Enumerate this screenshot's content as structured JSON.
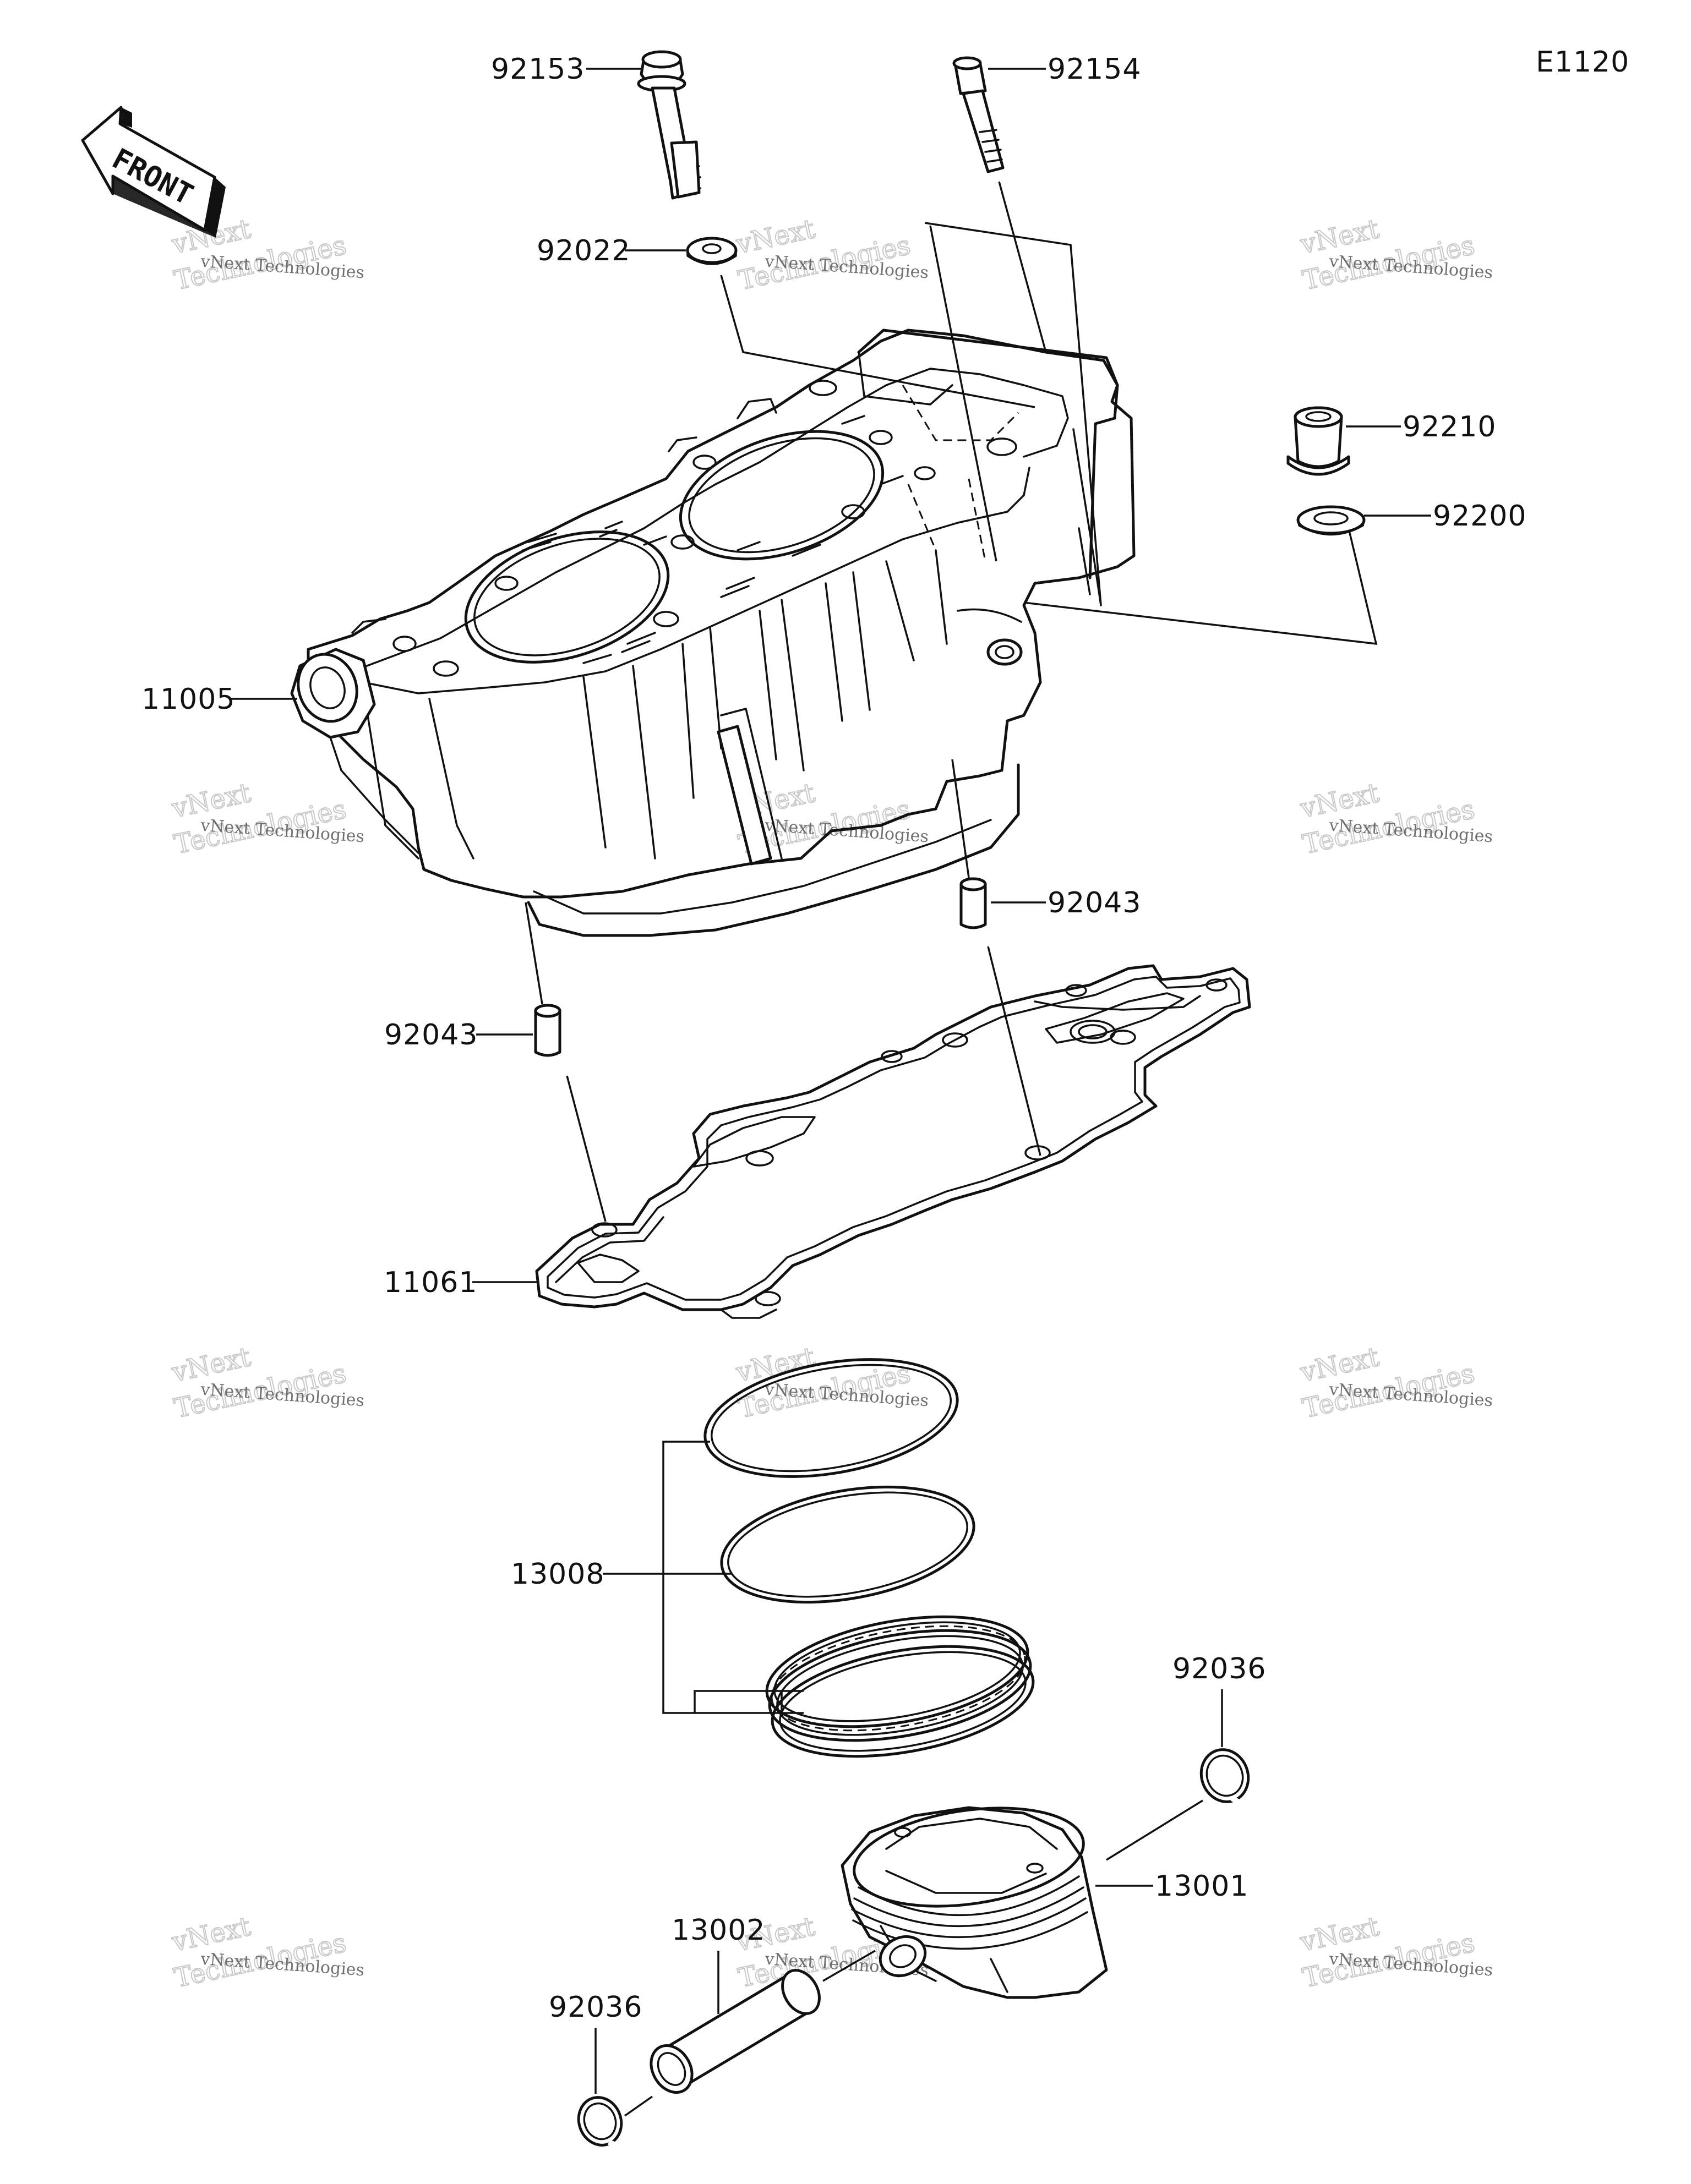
{
  "diagram": {
    "code": "E1120",
    "front_label": "FRONT",
    "callouts": {
      "bolt_flange": "92153",
      "bolt_socket": "92154",
      "washer_top": "92022",
      "cylinder": "11005",
      "collar": "92210",
      "washer_right": "92200",
      "dowel_right": "92043",
      "dowel_left": "92043",
      "gasket": "11061",
      "rings": "13008",
      "circlip_right": "92036",
      "piston": "13001",
      "pin": "13002",
      "circlip_left": "92036"
    }
  },
  "watermark": {
    "line1": "vNext Technologies",
    "line2": "vNext",
    "line3": "Technologies"
  }
}
